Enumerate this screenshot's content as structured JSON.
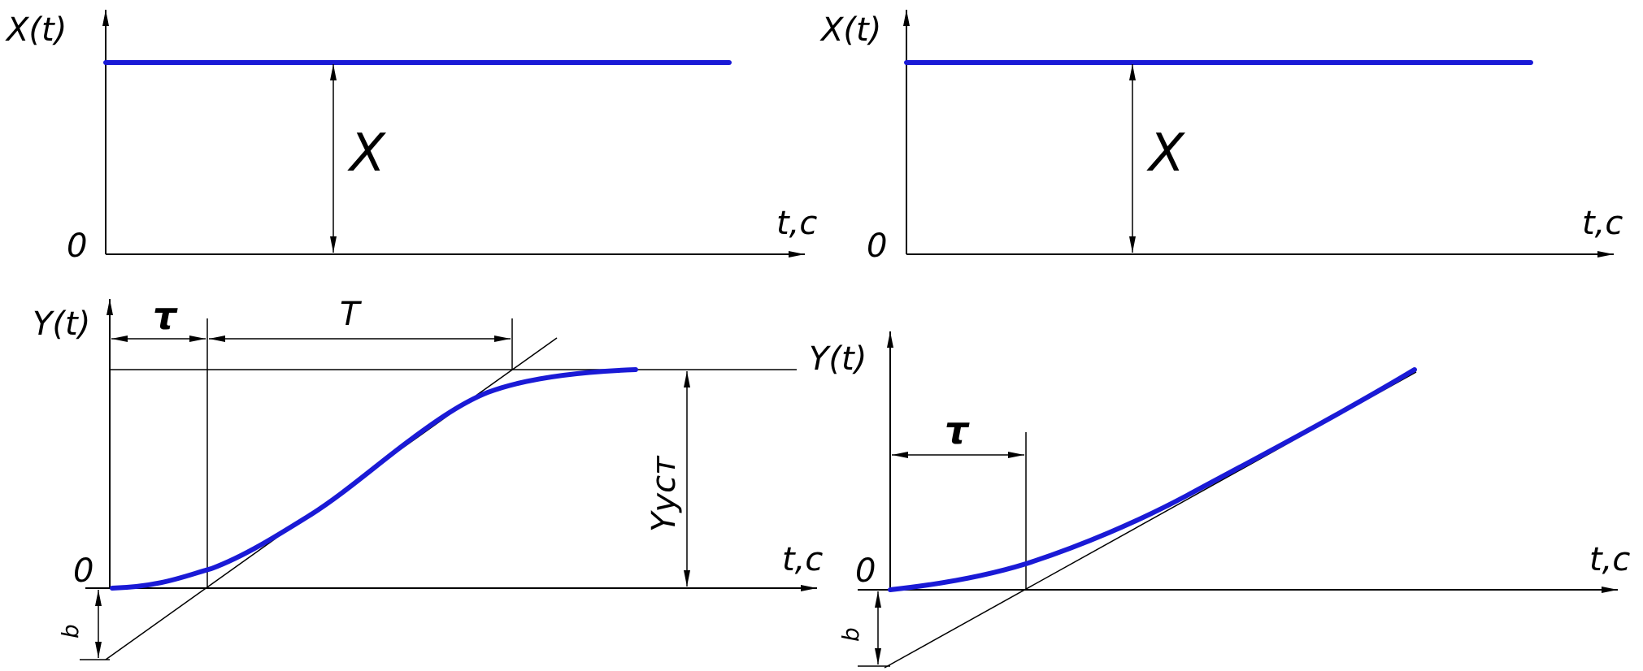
{
  "colors": {
    "signal": "#1a1ad6",
    "lines": "#000000",
    "background": "#ffffff"
  },
  "panels": {
    "top_left": {
      "y_label": "X(t)",
      "x_label": "t,c",
      "origin": "0",
      "step_label": "X"
    },
    "top_right": {
      "y_label": "X(t)",
      "x_label": "t,c",
      "origin": "0",
      "step_label": "X"
    },
    "bottom_left": {
      "y_label": "Y(t)",
      "x_label": "t,c",
      "origin": "0",
      "tau_label": "τ",
      "T_label": "T",
      "steady_label": "Yуст",
      "b_label": "b"
    },
    "bottom_right": {
      "y_label": "Y(t)",
      "x_label": "t,c",
      "origin": "0",
      "tau_label": "τ",
      "b_label": "b"
    }
  }
}
